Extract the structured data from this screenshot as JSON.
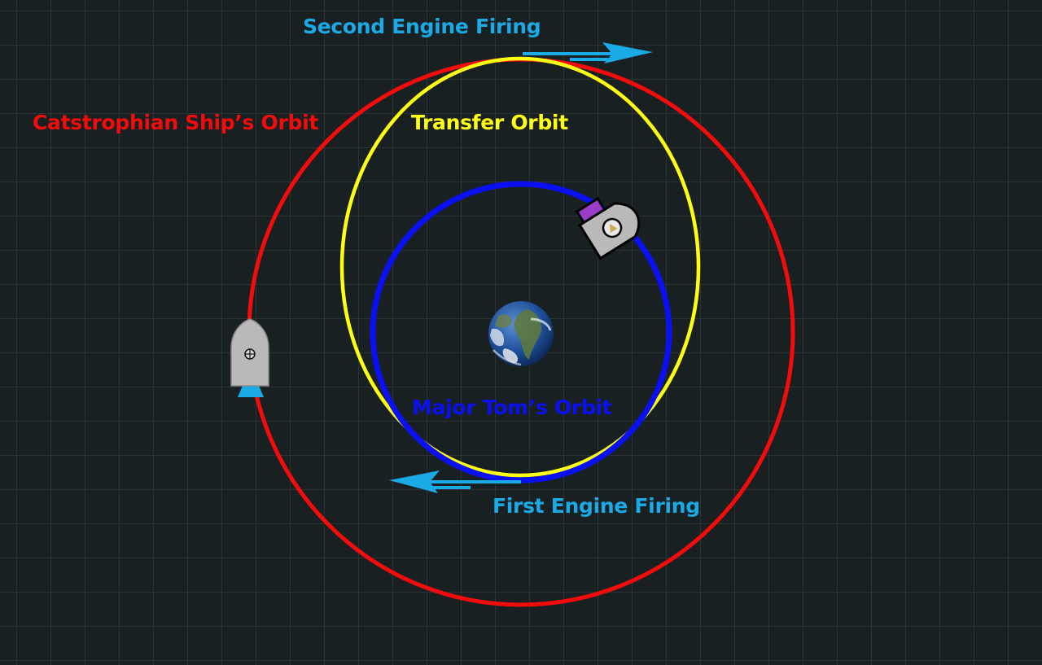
{
  "labels": {
    "second_engine_firing": "Second Engine Firing",
    "catastrophian_orbit": "Catstrophian Ship’s Orbit",
    "transfer_orbit": "Transfer Orbit",
    "major_tom_orbit": "Major Tom’s Orbit",
    "first_engine_firing": "First Engine Firing"
  },
  "colors": {
    "background": "#192022",
    "grid": "#2b3335",
    "catastrophian_orbit": "#f40b0b",
    "transfer_orbit": "#ffff14",
    "major_tom_orbit": "#0b10f4",
    "engine_firing": "#1aaae6",
    "ship_body": "#b9b9b9",
    "ship_outline": "#000000",
    "thruster": "#9b3cc8"
  },
  "icons": {
    "planet": "earth-icon",
    "major_tom_ship": "major-tom-ship-icon",
    "catastrophian_ship": "catastrophian-ship-icon",
    "second_firing_arrow": "arrow-right-icon",
    "first_firing_arrow": "arrow-left-icon"
  }
}
